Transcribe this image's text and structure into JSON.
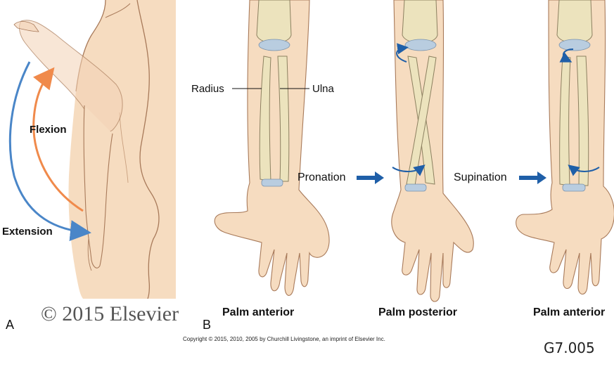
{
  "panel_a": {
    "letter": "A",
    "flexion_label": "Flexion",
    "extension_label": "Extension",
    "watermark": "© 2015 Elsevier"
  },
  "panel_b": {
    "letter": "B",
    "radius_label": "Radius",
    "ulna_label": "Ulna",
    "pronation_label": "Pronation",
    "supination_label": "Supination",
    "captions": [
      "Palm anterior",
      "Palm posterior",
      "Palm anterior"
    ]
  },
  "copyright": "Copyright © 2015, 2010, 2005 by Churchill Livingstone, an imprint of Elsevier Inc.",
  "figure_code": "G7.005",
  "colors": {
    "skin": "#f6dcc0",
    "skin_outline": "#a87a5a",
    "bone": "#ece3bd",
    "bone_outline": "#8c8060",
    "cartilage": "#b9cde0",
    "flexion_arrow": "#f08a4b",
    "extension_arrow": "#4a86c8",
    "motion_arrow": "#1f5fa8"
  }
}
